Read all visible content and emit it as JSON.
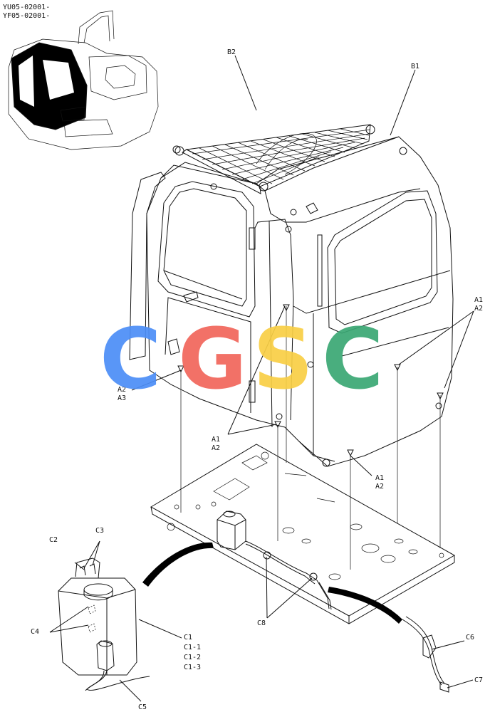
{
  "header": {
    "serial_1": "YU05-02001-",
    "serial_2": "YF05-02001-"
  },
  "watermark": {
    "letters": [
      {
        "char": "C",
        "color": "#4c8ef7"
      },
      {
        "char": "G",
        "color": "#f1655b"
      },
      {
        "char": "S",
        "color": "#f9cf45"
      },
      {
        "char": "C",
        "color": "#3aa874"
      }
    ]
  },
  "callouts": {
    "b1": "B1",
    "b2": "B2",
    "a1_a2_right": [
      "A1",
      "A2"
    ],
    "a2_a3_left": [
      "A2",
      "A3"
    ],
    "a1_a2_center": [
      "A1",
      "A2"
    ],
    "a1_a2_lower": [
      "A1",
      "A2"
    ],
    "c1_group": [
      "C1",
      "C1-1",
      "C1-2",
      "C1-3"
    ],
    "c2": "C2",
    "c3": "C3",
    "c4": "C4",
    "c5": "C5",
    "c6": "C6",
    "c7": "C7",
    "c8": "C8"
  }
}
